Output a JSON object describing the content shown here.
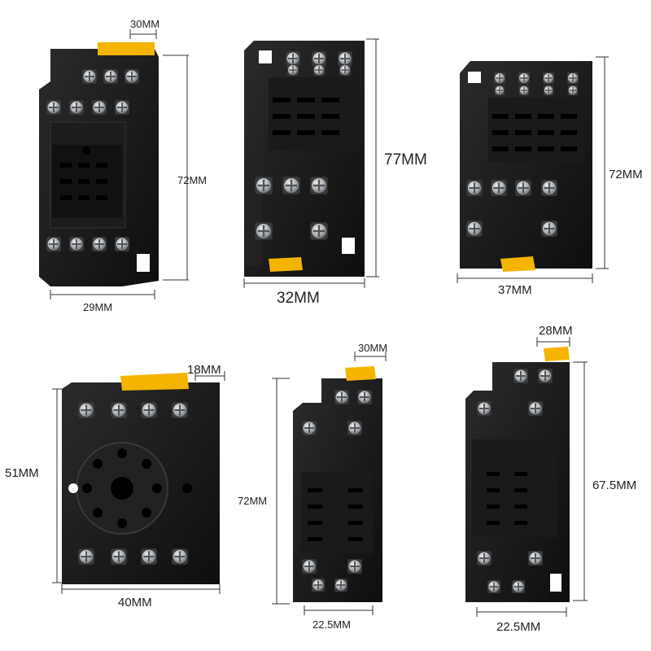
{
  "products": [
    {
      "name": "socket-top-left",
      "dims": {
        "depth": "30MM",
        "height": "72MM",
        "width": "29MM"
      }
    },
    {
      "name": "socket-top-middle",
      "dims": {
        "height": "77MM",
        "width": "32MM"
      }
    },
    {
      "name": "socket-top-right",
      "dims": {
        "height": "72MM",
        "width": "37MM"
      }
    },
    {
      "name": "socket-bottom-left",
      "dims": {
        "depth": "18MM",
        "height": "51MM",
        "width": "40MM"
      }
    },
    {
      "name": "socket-bottom-middle",
      "dims": {
        "depth": "30MM",
        "height": "72MM",
        "width": "22.5MM"
      }
    },
    {
      "name": "socket-bottom-right",
      "dims": {
        "depth": "28MM",
        "height": "67.5MM",
        "width": "22.5MM"
      }
    }
  ],
  "colors": {
    "housing": "#151515",
    "housing_light": "#2a2a2a",
    "screw": "#c9ccd0",
    "latch": "#f5b400",
    "line": "#333333"
  }
}
